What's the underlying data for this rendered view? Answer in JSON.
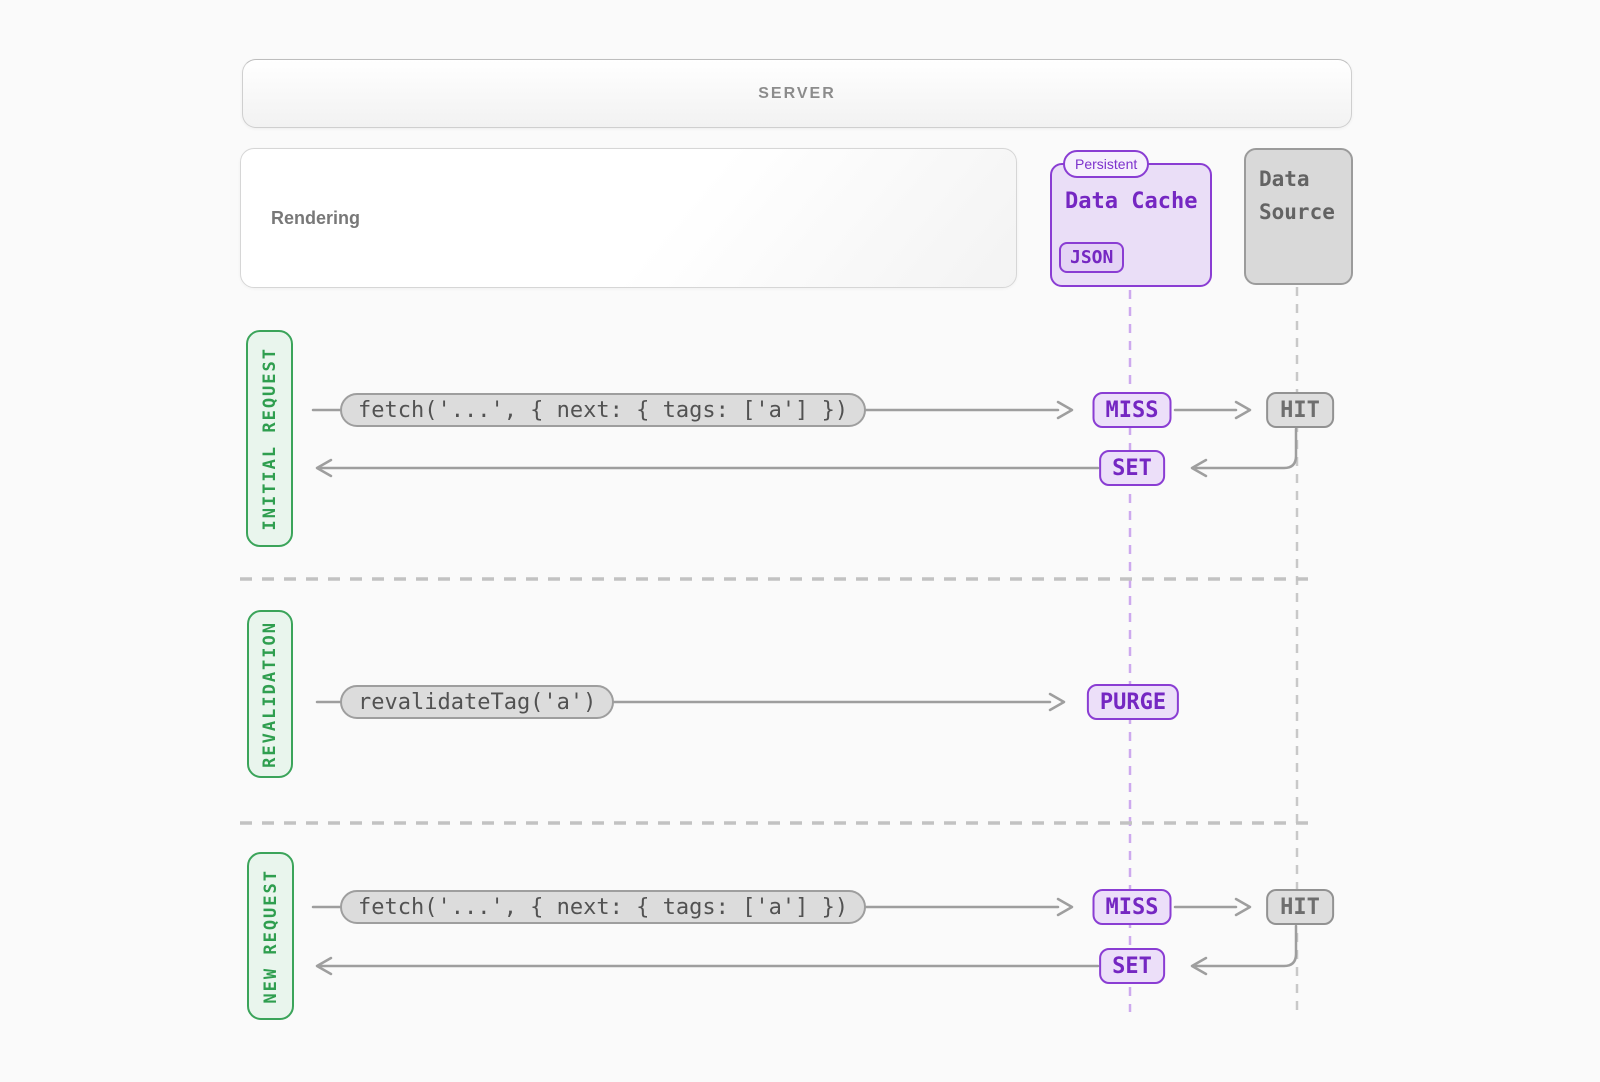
{
  "colors": {
    "background": "#fafafa",
    "purple_border": "#8a3dd3",
    "purple_text": "#7527c2",
    "purple_fill": "#ecdff9",
    "purple_dash": "#cda9ee",
    "green_border": "#3ba45a",
    "green_text": "#2f9e4f",
    "green_fill": "#e9f5ed",
    "gray_border": "#9e9e9e",
    "gray_fill": "#dcdcdc",
    "gray_text": "#525252",
    "line": "#9e9e9e"
  },
  "server_box": {
    "label": "SERVER"
  },
  "rendering_box": {
    "label": "Rendering"
  },
  "data_cache_box": {
    "badge": "Persistent",
    "title": "Data Cache",
    "chip": "JSON"
  },
  "data_source_box": {
    "label": "Data Source"
  },
  "sections": [
    {
      "label": "INITIAL REQUEST",
      "request_pill": "fetch('...', { next: { tags: ['a'] })",
      "cache_pill": "MISS",
      "source_pill": "HIT",
      "set_pill": "SET"
    },
    {
      "label": "REVALIDATION",
      "request_pill": "revalidateTag('a')",
      "cache_pill": "PURGE"
    },
    {
      "label": "NEW REQUEST",
      "request_pill": "fetch('...', { next: { tags: ['a'] })",
      "cache_pill": "MISS",
      "source_pill": "HIT",
      "set_pill": "SET"
    }
  ]
}
